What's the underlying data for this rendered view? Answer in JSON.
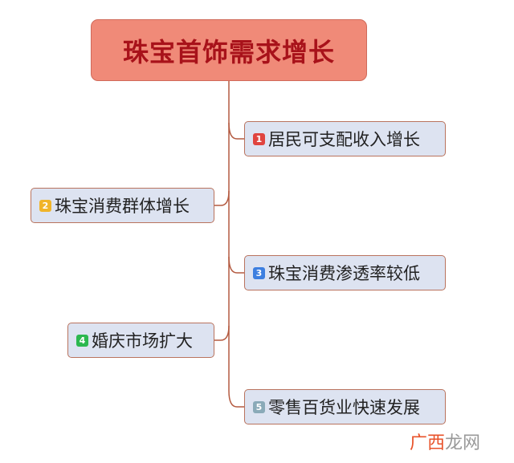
{
  "diagram": {
    "root": {
      "label": "珠宝首饰需求增长"
    },
    "branches": [
      {
        "number": "1",
        "label": "居民可支配收入增长",
        "badge_color": "#e0443f"
      },
      {
        "number": "2",
        "label": "珠宝消费群体增长",
        "badge_color": "#f0b429"
      },
      {
        "number": "3",
        "label": "珠宝消费渗透率较低",
        "badge_color": "#3d7fe0"
      },
      {
        "number": "4",
        "label": "婚庆市场扩大",
        "badge_color": "#2cb84f"
      },
      {
        "number": "5",
        "label": "零售百货业快速发展",
        "badge_color": "#8aaab8"
      }
    ],
    "connector_color": "#b45a40",
    "node_fill": "#dde3f1",
    "root_fill": "#f08a78",
    "root_text_color": "#a8121a"
  },
  "watermark": {
    "part1": "广西",
    "part2": "龙网"
  }
}
